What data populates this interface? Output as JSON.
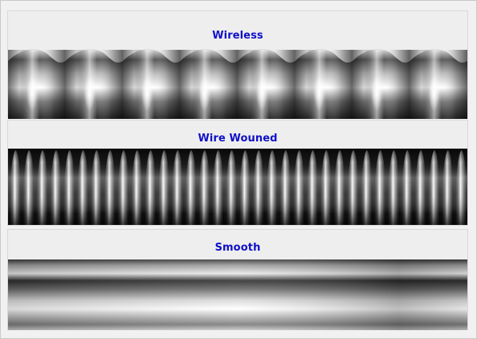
{
  "panels": [
    {
      "title": "Wireless",
      "surface": "corrugated"
    },
    {
      "title": "Wire Wouned",
      "surface": "wire-wound"
    },
    {
      "title": "Smooth",
      "surface": "smooth"
    }
  ],
  "colors": {
    "title": "#1010c8",
    "metal_dark": "#2b2b2b",
    "metal_mid": "#8a8a8a",
    "metal_light": "#f4f4f4",
    "background": "#f1f1f1"
  },
  "wireless": {
    "corrugation_count": 8
  },
  "wire_wound": {
    "coil_count": 34
  }
}
